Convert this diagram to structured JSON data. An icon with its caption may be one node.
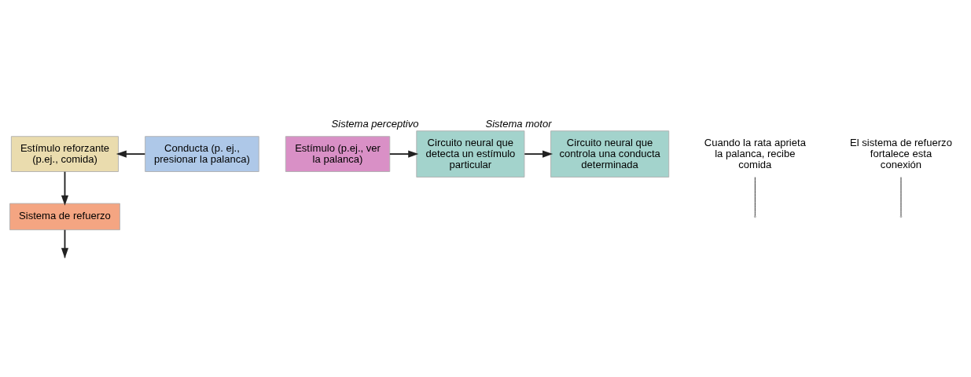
{
  "diagram": {
    "nodes": [
      {
        "text": [
          "Estímulo reforzante (p.ej., comida)"
        ]
      },
      {
        "text": [
          "Sistema de refuerzo"
        ]
      },
      {
        "text": [
          "Estímulo (p.ej., ver la palanca)"
        ]
      },
      {
        "text": [
          "Circuito neural que detecta un estímulo particular"
        ],
        "beside": [
          "Sistema perceptivo"
        ]
      },
      {
        "text": [
          "Circuito neural que controla una conducta determinada"
        ],
        "beside": [
          "Sistema motor"
        ]
      },
      {
        "text": [
          "Conducta (p. ej., presionar la palanca)"
        ]
      },
      {
        "text": [
          "Cuando la rata aprieta la palanca, recibe comida"
        ]
      },
      {
        "text": [
          "El sistema de refuerzo fortalece esta conexión"
        ]
      }
    ],
    "edges": [
      {
        "from": 5,
        "to": 0,
        "arrow": "to"
      },
      {
        "from": 0,
        "to": 1,
        "arrow": "to"
      },
      {
        "from": 1,
        "to": null,
        "arrow": "to"
      },
      {
        "from": 2,
        "to": 3,
        "arrow": "to"
      },
      {
        "from": 3,
        "to": 4,
        "arrow": "to"
      },
      {
        "from": 6,
        "to": null,
        "arrow": "none"
      },
      {
        "from": 7,
        "to": null,
        "arrow": "none"
      }
    ]
  }
}
